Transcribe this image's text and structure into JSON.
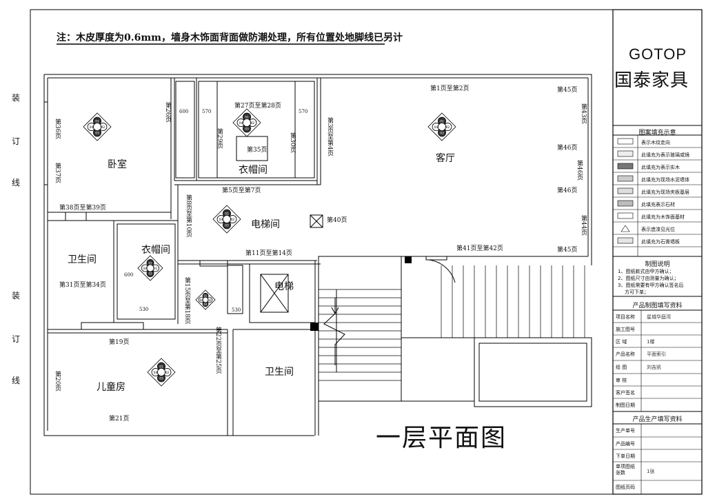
{
  "note": "注：木皮厚度为0.6mm，墙身木饰面背面做防潮处理，所有位置处地脚线已另计",
  "binding": [
    "装",
    "订",
    "线"
  ],
  "title": "一层平面图",
  "brand": {
    "en": "GOTOP",
    "cn": "国泰家具"
  },
  "rooms": {
    "bedroom": "卧室",
    "cloakroom_top": "衣帽间",
    "living": "客厅",
    "elevator_hall": "电梯间",
    "bathroom_left": "卫生间",
    "cloakroom_mid": "衣帽间",
    "elevator": "电梯",
    "kids_room": "儿童房",
    "bathroom_right": "卫生间"
  },
  "page_refs": {
    "p36": "第36页",
    "p37": "第37页",
    "p26": "第26页",
    "p27_28": "第27页至第28页",
    "p29": "第29页",
    "p35": "第35页",
    "p30": "第30页",
    "p3_4": "第3页至第4页",
    "p1_2": "第1页至第2页",
    "p45a": "第45页",
    "p43": "第43页",
    "p46a": "第46页",
    "p46b": "第46页",
    "p46c": "第46页",
    "p44": "第44页",
    "p45b": "第45页",
    "p5_7": "第5页至第7页",
    "p38_39": "第38页至第39页",
    "p8_10": "第8页至第10页",
    "p40": "第40页",
    "p11_14": "第11页至第14页",
    "p41_42": "第41页至第42页",
    "p31_34": "第31页至第34页",
    "p15_18": "第15页至第18页",
    "p22_25": "第22页至第25页",
    "p19": "第19页",
    "p20": "第20页",
    "p21": "第21页"
  },
  "dims": [
    "600",
    "570",
    "570",
    "600",
    "530",
    "530"
  ],
  "legend": {
    "title": "图案填充示意",
    "items": [
      "表示木纹走向",
      "此填充为表示玻璃或镜",
      "此填充为表示实木",
      "此填充为现场水泥墙体",
      "此填充为现场夹板基层",
      "此填充表示石材",
      "此填充为木饰面基材",
      "表示造漆见光位",
      "此填充为石膏墙板"
    ]
  },
  "notes": {
    "title": "制图说明",
    "lines": [
      "1、图纸款式由甲方确认；",
      "2、图纸尺寸由测量为确认；",
      "3、图纸需要有甲方确认签名后",
      "方可下单；"
    ]
  },
  "product_info": {
    "title": "产品制图填写资料",
    "rows": [
      {
        "k": "项目名称",
        "v": "星城华庭湾"
      },
      {
        "k": "施工图号",
        "v": ""
      },
      {
        "k": "区   域",
        "v": "1楼"
      },
      {
        "k": "产品名称",
        "v": "平面索引"
      },
      {
        "k": "绘   图",
        "v": "刘吉凯"
      },
      {
        "k": "审   核",
        "v": ""
      },
      {
        "k": "客户签名",
        "v": ""
      },
      {
        "k": "制图日期",
        "v": ""
      }
    ]
  },
  "production_info": {
    "title": "产品生产填写资料",
    "rows": [
      {
        "k": "生产单号",
        "v": ""
      },
      {
        "k": "产品编号",
        "v": ""
      },
      {
        "k": "下单日期",
        "v": ""
      },
      {
        "k": "单项图纸张数",
        "v": "1张"
      },
      {
        "k": "图纸页码",
        "v": ""
      }
    ]
  },
  "index_marks": [
    "01",
    "02",
    "03",
    "04"
  ]
}
